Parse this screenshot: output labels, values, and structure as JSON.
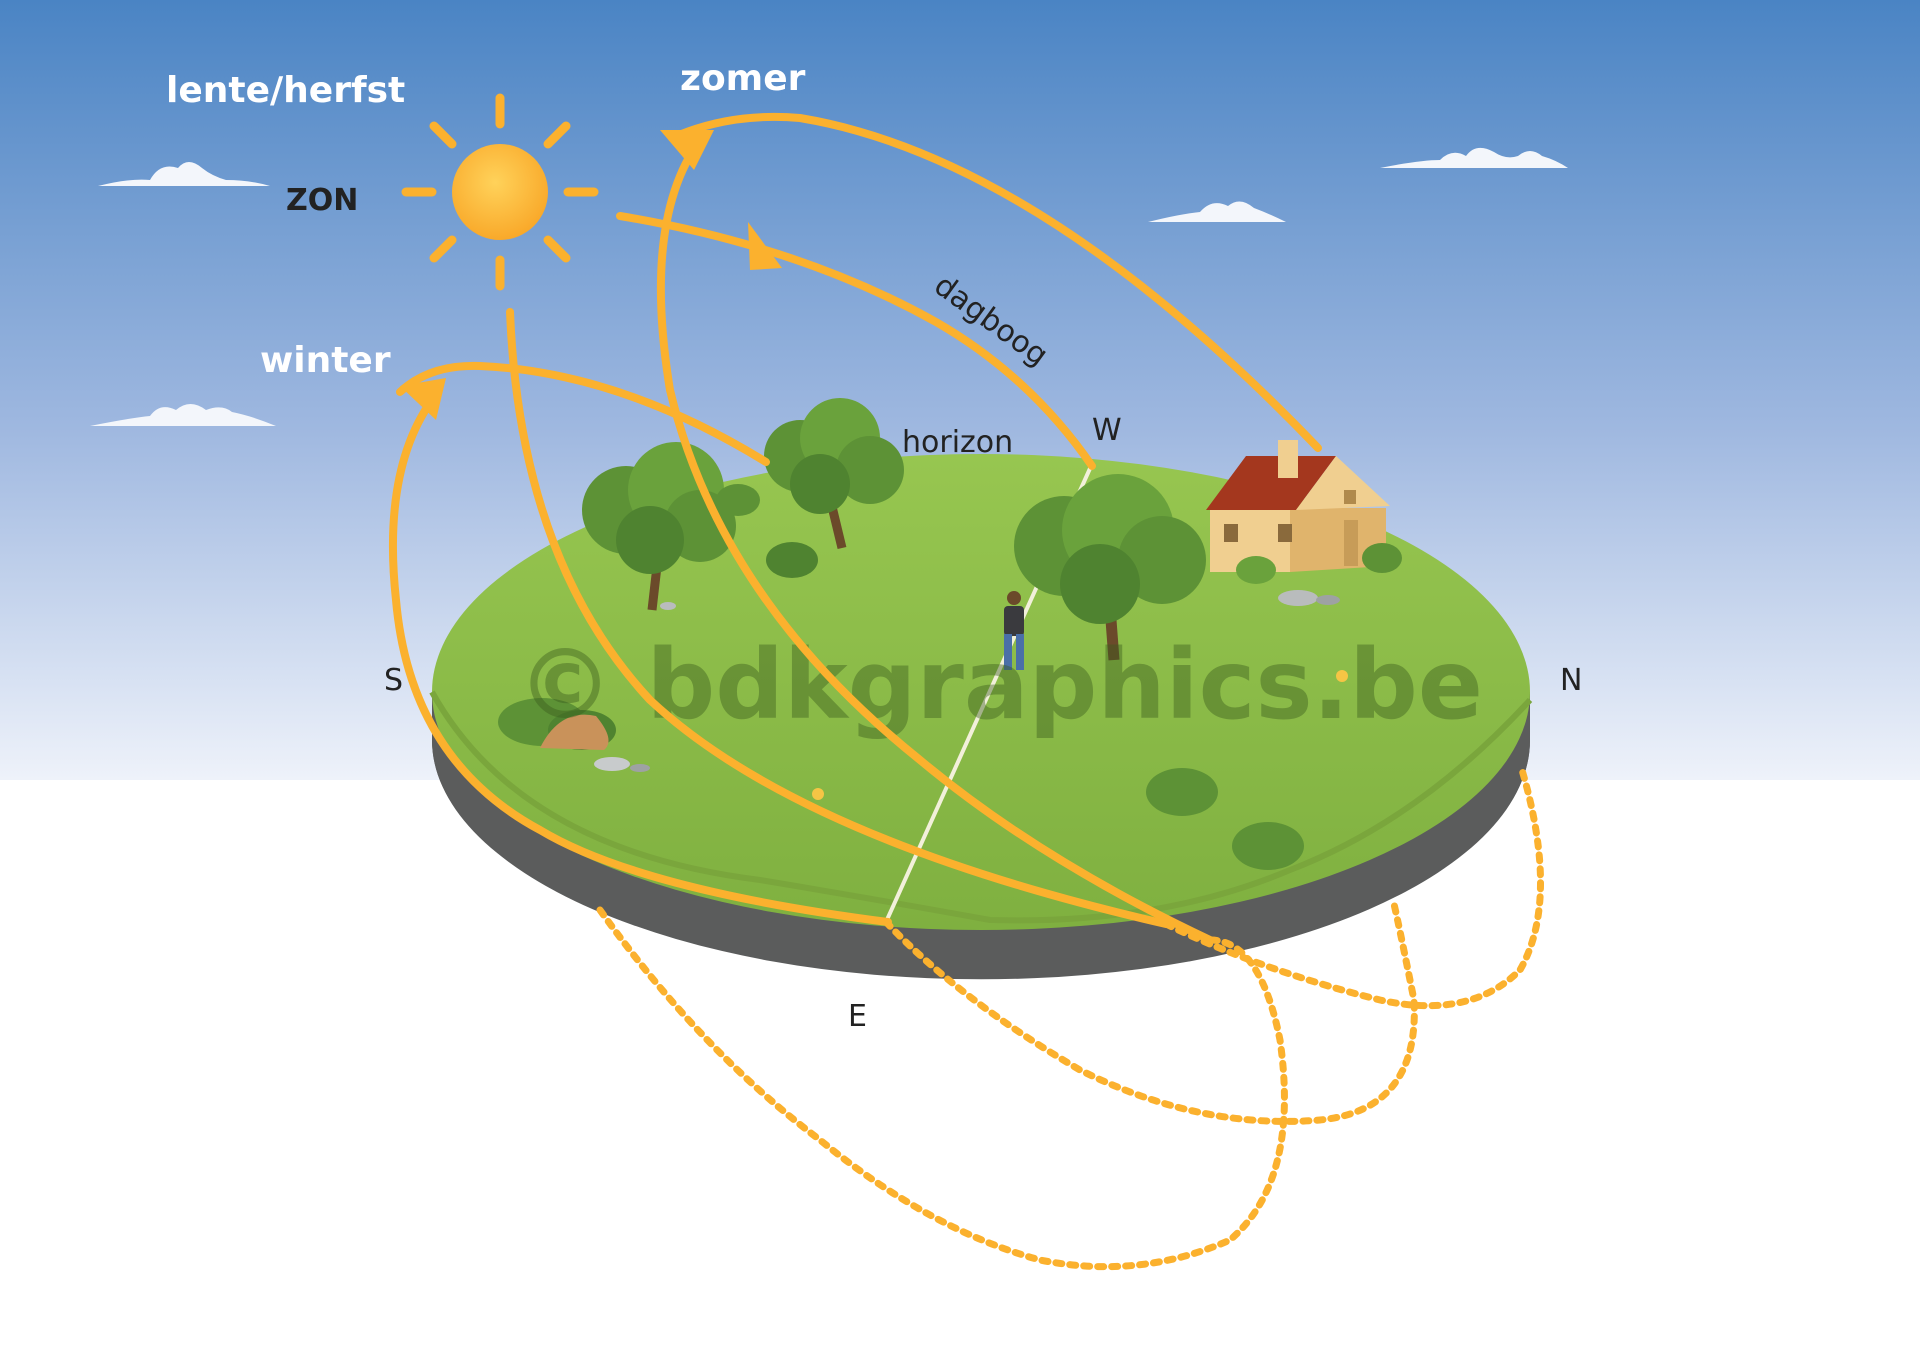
{
  "labels": {
    "season_spring_autumn": "lente/herfst",
    "season_summer": "zomer",
    "season_winter": "winter",
    "sun": "ZON",
    "day_arc": "dagboog",
    "horizon": "horizon",
    "dir_west": "W",
    "dir_south": "S",
    "dir_north": "N",
    "dir_east": "E",
    "watermark": "© bdkgraphics.be"
  },
  "colors": {
    "sky_top": "#4a84c4",
    "sky_bottom": "#eef2fa",
    "grass": "#8cbd48",
    "grass_dark": "#6e9c38",
    "rim": "#5b5c5c",
    "sun": "#fdb93a",
    "arc": "#fbb12e",
    "roof": "#a4371e",
    "wall": "#e8c07c",
    "tree": "#5d9236",
    "trunk": "#6b4a2a"
  },
  "icons": [
    "sun-icon",
    "cloud-icon",
    "tree-icon",
    "house-icon",
    "person-icon",
    "bush-icon",
    "rock-icon",
    "flower-icon"
  ]
}
